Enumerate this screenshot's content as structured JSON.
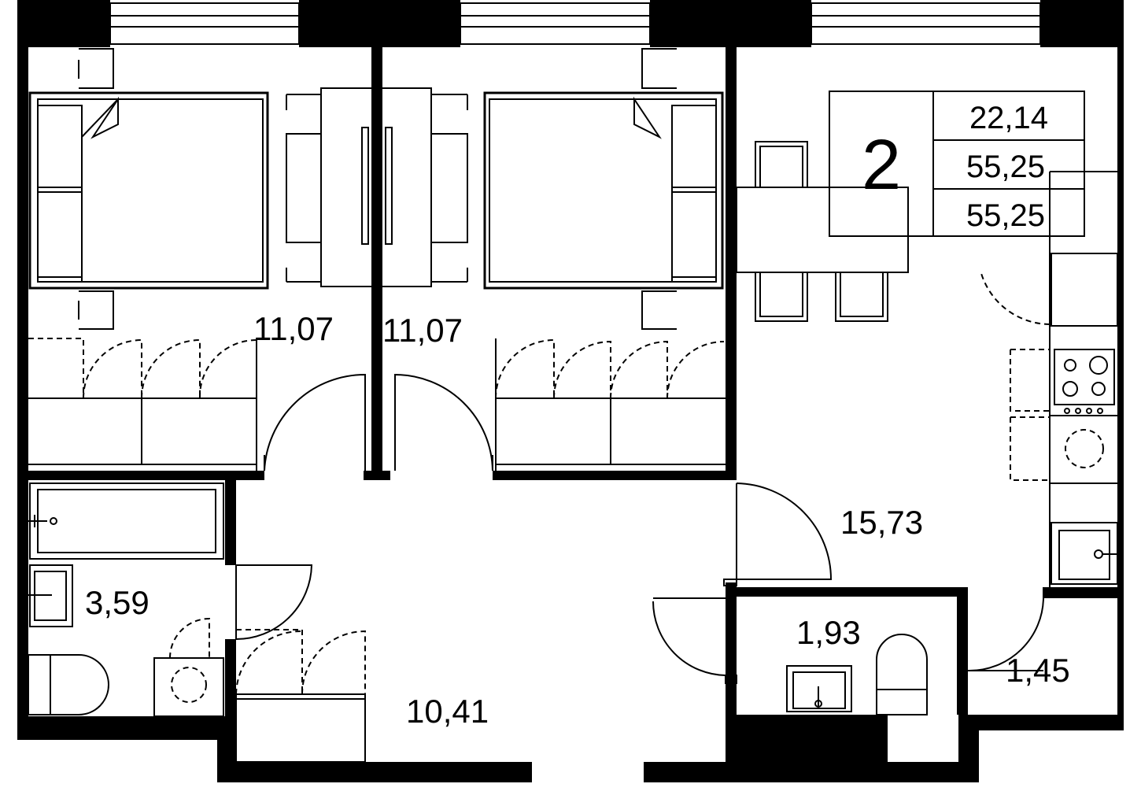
{
  "info_box": {
    "rooms": "2",
    "areas": [
      "22,14",
      "55,25",
      "55,25"
    ]
  },
  "rooms": [
    {
      "id": "bedroom-left",
      "area": "11,07"
    },
    {
      "id": "bedroom-right",
      "area": "11,07"
    },
    {
      "id": "kitchen-living",
      "area": "15,73"
    },
    {
      "id": "bathroom",
      "area": "3,59"
    },
    {
      "id": "hallway",
      "area": "10,41"
    },
    {
      "id": "toilet",
      "area": "1,93"
    },
    {
      "id": "storage",
      "area": "1,45"
    }
  ],
  "colors": {
    "wall": "#000000",
    "background": "#ffffff"
  }
}
